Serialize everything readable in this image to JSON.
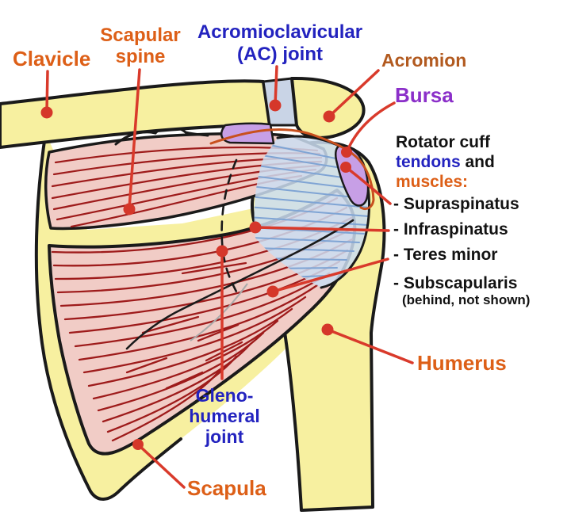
{
  "figure": {
    "title": "Shoulder rotator cuff anatomy diagram",
    "labels": {
      "clavicle": "Clavicle",
      "scapular_spine_line1": "Scapular",
      "scapular_spine_line2": "spine",
      "ac_joint_line1": "Acromioclavicular",
      "ac_joint_line2": "(AC) joint",
      "acromion": "Acromion",
      "bursa": "Bursa",
      "rotator_heading_line1": "Rotator cuff",
      "rotator_heading_tendons": "tendons",
      "rotator_heading_and": " and",
      "rotator_heading_muscles": "muscles:",
      "item_supraspinatus": "- Supraspinatus",
      "item_infraspinatus": "- Infraspinatus",
      "item_teres_minor": "- Teres minor",
      "item_subscapularis": "- Subscapularis",
      "item_subscapularis_note": "(behind, not shown)",
      "humerus": "Humerus",
      "glenohumeral_line1": "Gleno-",
      "glenohumeral_line2": "humeral",
      "glenohumeral_line3": "joint",
      "scapula": "Scapula"
    },
    "colors": {
      "bone_yellow": "#F7F0A0",
      "muscle_pink": "#F1CCC6",
      "muscle_fiber_red": "#9E1B1B",
      "tendon_blue": "#CBDDF1",
      "tendon_fiber_blue": "#7FA4D4",
      "bursa_purple": "#C79FE6",
      "ac_joint_fill": "#C9D4E6",
      "leader_red": "#D93A2B",
      "tendon_margin_orange": "#C8501E",
      "label_orange": "#DD5F17",
      "label_acromion": "#B25A1F",
      "label_blue": "#2323BF",
      "label_purple": "#8B2FC9",
      "outline_black": "#1A1A1A"
    }
  }
}
